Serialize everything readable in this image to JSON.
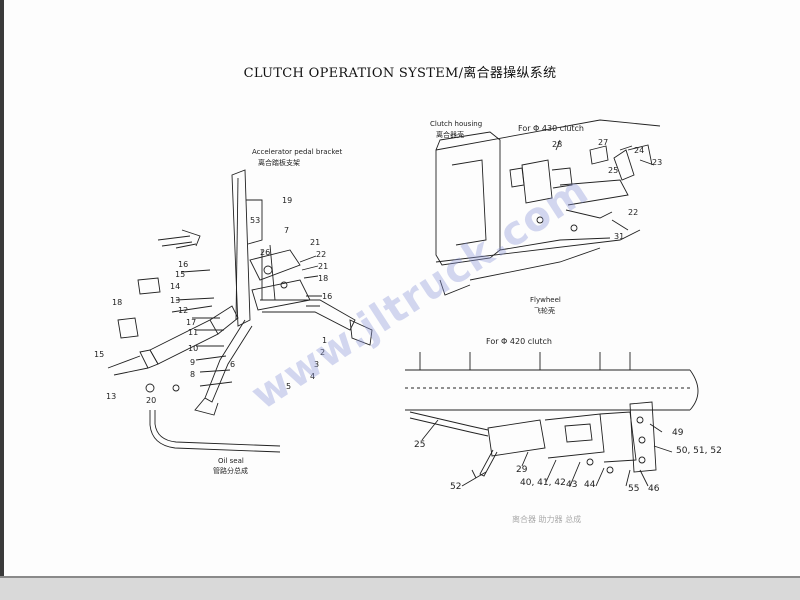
{
  "title": "CLUTCH OPERATION SYSTEM/离合器操纵系统",
  "watermark": "www.jltruck.com",
  "left_view": {
    "bracket_label_en": "Accelerator pedal bracket",
    "bracket_label_cn": "离合踏板支架",
    "oil_seal_label_en": "Oil seal",
    "oil_seal_label_cn": "管路分总成",
    "numbers": [
      "19",
      "7",
      "53",
      "21",
      "22",
      "21",
      "18",
      "26",
      "16",
      "15",
      "14",
      "13",
      "12",
      "17",
      "11",
      "10",
      "9",
      "8",
      "6",
      "5",
      "4",
      "3",
      "2",
      "1",
      "16",
      "18",
      "15",
      "13",
      "20"
    ]
  },
  "right_top_view": {
    "clutch_housing_en": "Clutch housing",
    "clutch_housing_cn": "离合器壳",
    "for_label": "For  Φ 430  clutch",
    "flywheel_en": "Flywheel",
    "flywheel_cn": "飞轮壳",
    "numbers": [
      "28",
      "27",
      "24",
      "23",
      "25",
      "22",
      "31"
    ]
  },
  "right_bottom_view": {
    "for_label": "For  Φ 420  clutch",
    "numbers": [
      "25",
      "52",
      "29",
      "40, 41, 42",
      "43",
      "44",
      "55",
      "46",
      "49",
      "50, 51, 52"
    ]
  },
  "footer_faint": "离合器 助力器 总成"
}
